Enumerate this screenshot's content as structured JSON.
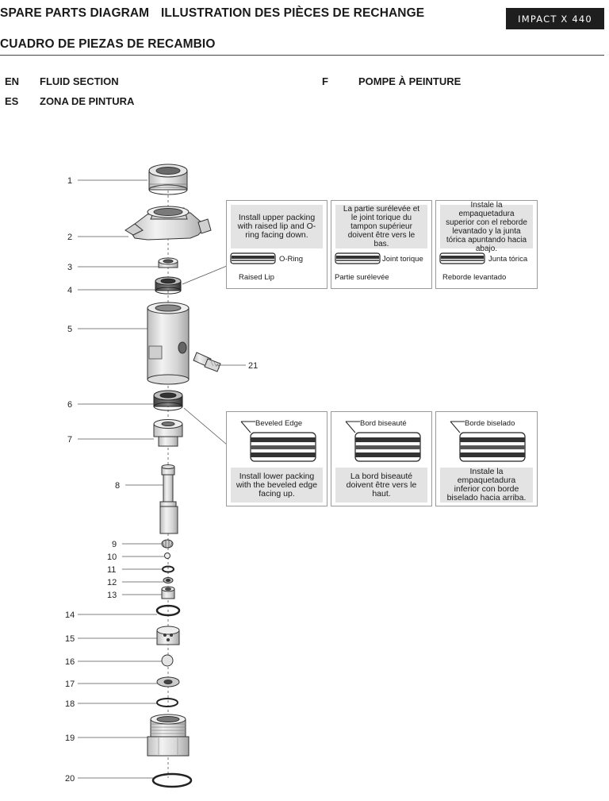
{
  "header": {
    "title_en": "SPARE PARTS DIAGRAM",
    "title_fr": "ILLUSTRATION DES PIÈCES DE RECHANGE",
    "title_es": "CUADRO DE PIEZAS DE RECAMBIO",
    "badge": "IMPACT X 440"
  },
  "languages": {
    "en_code": "EN",
    "en_label": "FLUID SECTION",
    "fr_code": "F",
    "fr_label": "POMPE À PEINTURE",
    "es_code": "ES",
    "es_label": "ZONA DE PINTURA"
  },
  "part_numbers": [
    "1",
    "2",
    "3",
    "4",
    "5",
    "6",
    "7",
    "8",
    "9",
    "10",
    "11",
    "12",
    "13",
    "14",
    "15",
    "16",
    "17",
    "18",
    "19",
    "20",
    "21"
  ],
  "upper_notes": {
    "en": {
      "instruction": "Install upper packing with raised lip and O-ring facing down.",
      "ring_label": "O-Ring",
      "lip_label": "Raised Lip"
    },
    "fr": {
      "instruction": "La partie surélevée et le joint torique du tampon supérieur doivent être vers le bas.",
      "ring_label": "Joint torique",
      "lip_label": "Partie surélevée"
    },
    "es": {
      "instruction": "Instale la empaquetadura superior con el reborde levantado y la junta tórica apuntando hacia abajo.",
      "ring_label": "Junta tórica",
      "lip_label": "Reborde levantado"
    }
  },
  "lower_notes": {
    "en": {
      "edge_label": "Beveled Edge",
      "instruction": "Install lower packing with the beveled edge facing up."
    },
    "fr": {
      "edge_label": "Bord biseauté",
      "instruction": "La bord biseauté doivent être vers le haut."
    },
    "es": {
      "edge_label": "Borde biselado",
      "instruction": "Instale la empaquetadura inferior con borde biselado hacia arriba."
    }
  }
}
